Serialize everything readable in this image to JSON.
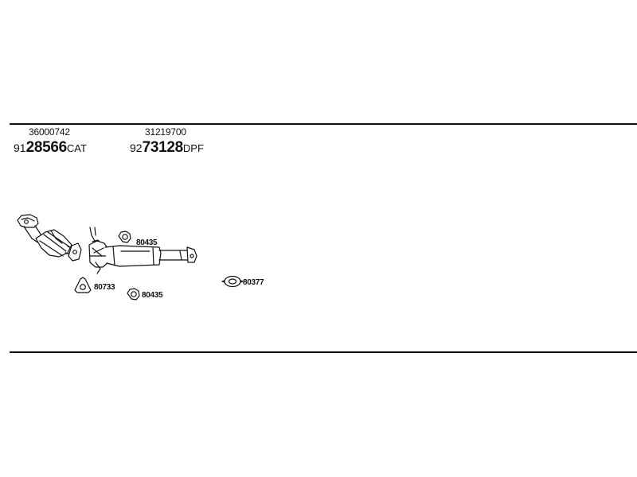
{
  "parts": [
    {
      "oem_number": "36000742",
      "part_prefix": "91",
      "part_main": "28566",
      "part_suffix": "CAT",
      "icon": "catalytic-converter-icon"
    },
    {
      "oem_number": "31219700",
      "part_prefix": "92",
      "part_main": "73128",
      "part_suffix": "DPF",
      "icon": "diesel-particulate-filter-icon"
    }
  ],
  "callouts": [
    {
      "label": "80435",
      "icon": "gasket-icon"
    },
    {
      "label": "80733",
      "icon": "triangular-gasket-icon"
    },
    {
      "label": "80435",
      "icon": "gasket-icon"
    },
    {
      "label": "80377",
      "icon": "oval-gasket-icon"
    }
  ]
}
